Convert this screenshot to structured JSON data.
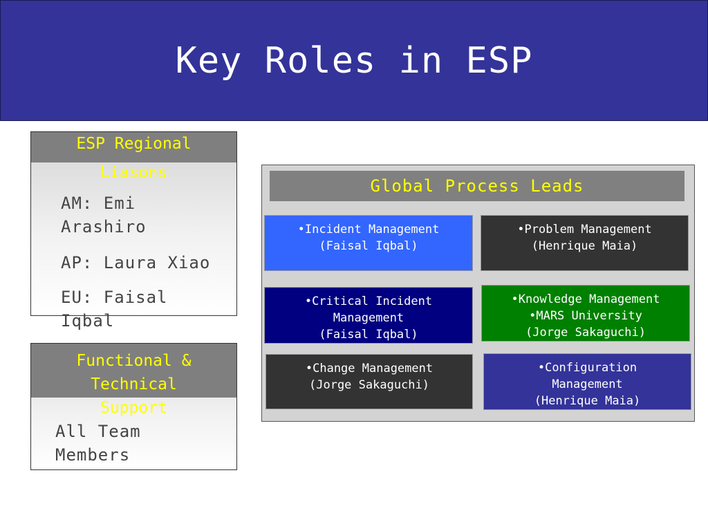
{
  "slide": {
    "title": "Key Roles in ESP"
  },
  "regional": {
    "heading_line1": "ESP Regional",
    "heading_line2": "Liasons",
    "items": [
      "AM: Emi",
      "Arashiro",
      "AP: Laura Xiao",
      "EU: Faisal",
      "Iqbal"
    ]
  },
  "functional": {
    "heading_line1": "Functional &",
    "heading_line2": "Technical",
    "heading_line3": "Support",
    "items": [
      "All Team",
      "Members"
    ]
  },
  "process_leads": {
    "heading": "Global Process Leads",
    "cards": [
      {
        "lines": [
          "•Incident Management",
          "(Faisal Iqbal)"
        ],
        "color": "#3366ff"
      },
      {
        "lines": [
          "•Problem Management",
          "(Henrique Maia)"
        ],
        "color": "#333333"
      },
      {
        "lines": [
          "•Critical Incident",
          "Management",
          "(Faisal Iqbal)"
        ],
        "color": "#000080"
      },
      {
        "lines": [
          "•Knowledge Management",
          "•MARS University",
          "(Jorge Sakaguchi)"
        ],
        "color": "#008000"
      },
      {
        "lines": [
          "•Change Management",
          "(Jorge Sakaguchi)"
        ],
        "color": "#333333"
      },
      {
        "lines": [
          "•Configuration",
          "Management",
          "(Henrique Maia)"
        ],
        "color": "#333399"
      }
    ]
  }
}
